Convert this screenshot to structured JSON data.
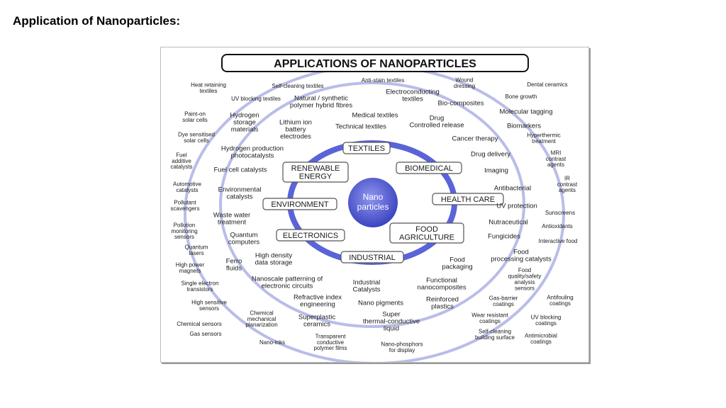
{
  "page": {
    "title": "Application of Nanoparticles:"
  },
  "diagram": {
    "header": "APPLICATIONS OF NANOPARTICLES",
    "center": [
      "Nano",
      "particles"
    ],
    "sectors": [
      {
        "id": "textiles",
        "lines": [
          "TEXTILES"
        ]
      },
      {
        "id": "biomedical",
        "lines": [
          "BIOMEDICAL"
        ]
      },
      {
        "id": "health-care",
        "lines": [
          "HEALTH CARE"
        ]
      },
      {
        "id": "food-agriculture",
        "lines": [
          "FOOD",
          "AGRICULTURE"
        ]
      },
      {
        "id": "industrial",
        "lines": [
          "INDUSTRIAL"
        ]
      },
      {
        "id": "electronics",
        "lines": [
          "ELECTRONICS"
        ]
      },
      {
        "id": "environment",
        "lines": [
          "ENVIRONMENT"
        ]
      },
      {
        "id": "renewable-energy",
        "lines": [
          "RENEWABLE",
          "ENERGY"
        ]
      }
    ],
    "inner_labels": [
      [
        "Medical textiles"
      ],
      [
        "Technical textiles"
      ],
      [
        "Drug",
        "Controlled release"
      ],
      [
        "Cancer therapy"
      ],
      [
        "Drug delivery"
      ],
      [
        "Imaging"
      ],
      [
        "Antibacterial"
      ],
      [
        "UV protection"
      ],
      [
        "Nutraceutical"
      ],
      [
        "Fungicides"
      ],
      [
        "Food",
        "packaging"
      ],
      [
        "Food",
        "processing catalysts"
      ],
      [
        "Functional",
        "nanocomposites"
      ],
      [
        "Industrial",
        "Catalysts"
      ],
      [
        "Nano pigments"
      ],
      [
        "Reinforced",
        "plastics"
      ],
      [
        "Super",
        "thermal-conductive",
        "liquid"
      ],
      [
        "Nanoscale patterning of",
        "electronic circuits"
      ],
      [
        "Refractive index",
        "engineering"
      ],
      [
        "Superplastic",
        "ceramics"
      ],
      [
        "High density",
        "data storage"
      ],
      [
        "Ferro",
        "fluids"
      ],
      [
        "Quantum",
        "computers"
      ],
      [
        "Waste water",
        "treatment"
      ],
      [
        "Environmental",
        "catalysts"
      ],
      [
        "Fuel cell catalysts"
      ],
      [
        "Hydrogen production",
        "photocatalysts"
      ],
      [
        "Hydrogen",
        "storage",
        "materials"
      ],
      [
        "Lithium ion",
        "battery",
        "electrodes"
      ],
      [
        "Natural / synthetic",
        "polymer hybrid fibres"
      ],
      [
        "Electroconducting",
        "textiles"
      ],
      [
        "Bio-composites"
      ],
      [
        "Molecular tagging"
      ],
      [
        "Biomarkers"
      ]
    ],
    "outer_labels": [
      [
        "Heat retaining",
        "textiles"
      ],
      [
        "Self-cleaning textiles"
      ],
      [
        "Anti-stain textiles"
      ],
      [
        "Wound",
        "dressing"
      ],
      [
        "Dental ceramics"
      ],
      [
        "Bone growth"
      ],
      [
        "UV blocking textiles"
      ],
      [
        "Paint-on",
        "solar cells"
      ],
      [
        "Dye sensitised",
        "solar cells"
      ],
      [
        "Fuel",
        "additive",
        "catalysts"
      ],
      [
        "Automotive",
        "catalysts"
      ],
      [
        "Pollutant",
        "scavengers"
      ],
      [
        "Pollution",
        "monitoring",
        "sensors"
      ],
      [
        "Quantum",
        "lasers"
      ],
      [
        "High power",
        "magnets"
      ],
      [
        "Single electron",
        "transistors"
      ],
      [
        "High sensitive",
        "sensors"
      ],
      [
        "Chemical sensors"
      ],
      [
        "Gas sensors"
      ],
      [
        "Chemical",
        "mechanical",
        "planarization"
      ],
      [
        "Nano-inks"
      ],
      [
        "Transparent",
        "conductive",
        "polymer films"
      ],
      [
        "Nano-phosphors",
        "for display"
      ],
      [
        "Self-cleaning",
        "building surface"
      ],
      [
        "Antimicrobial",
        "coatings"
      ],
      [
        "Wear resistant",
        "coatings"
      ],
      [
        "UV blocking",
        "coatings"
      ],
      [
        "Gas-barrier",
        "coatings"
      ],
      [
        "Antifouling",
        "coatings"
      ],
      [
        "Food",
        "quality/safety",
        "analysis",
        "sensors"
      ],
      [
        "Interactive food"
      ],
      [
        "Antioxidants"
      ],
      [
        "Sunscreens"
      ],
      [
        "IR",
        "contrast",
        "agents"
      ],
      [
        "MRI",
        "contrast",
        "agents"
      ],
      [
        "Hyperthermic",
        "treatment"
      ]
    ],
    "colors": {
      "ring": "#b9bde8",
      "inner_ring": "#5a63d8",
      "center": "#4a52cc",
      "text": "#1a1a1a"
    }
  }
}
